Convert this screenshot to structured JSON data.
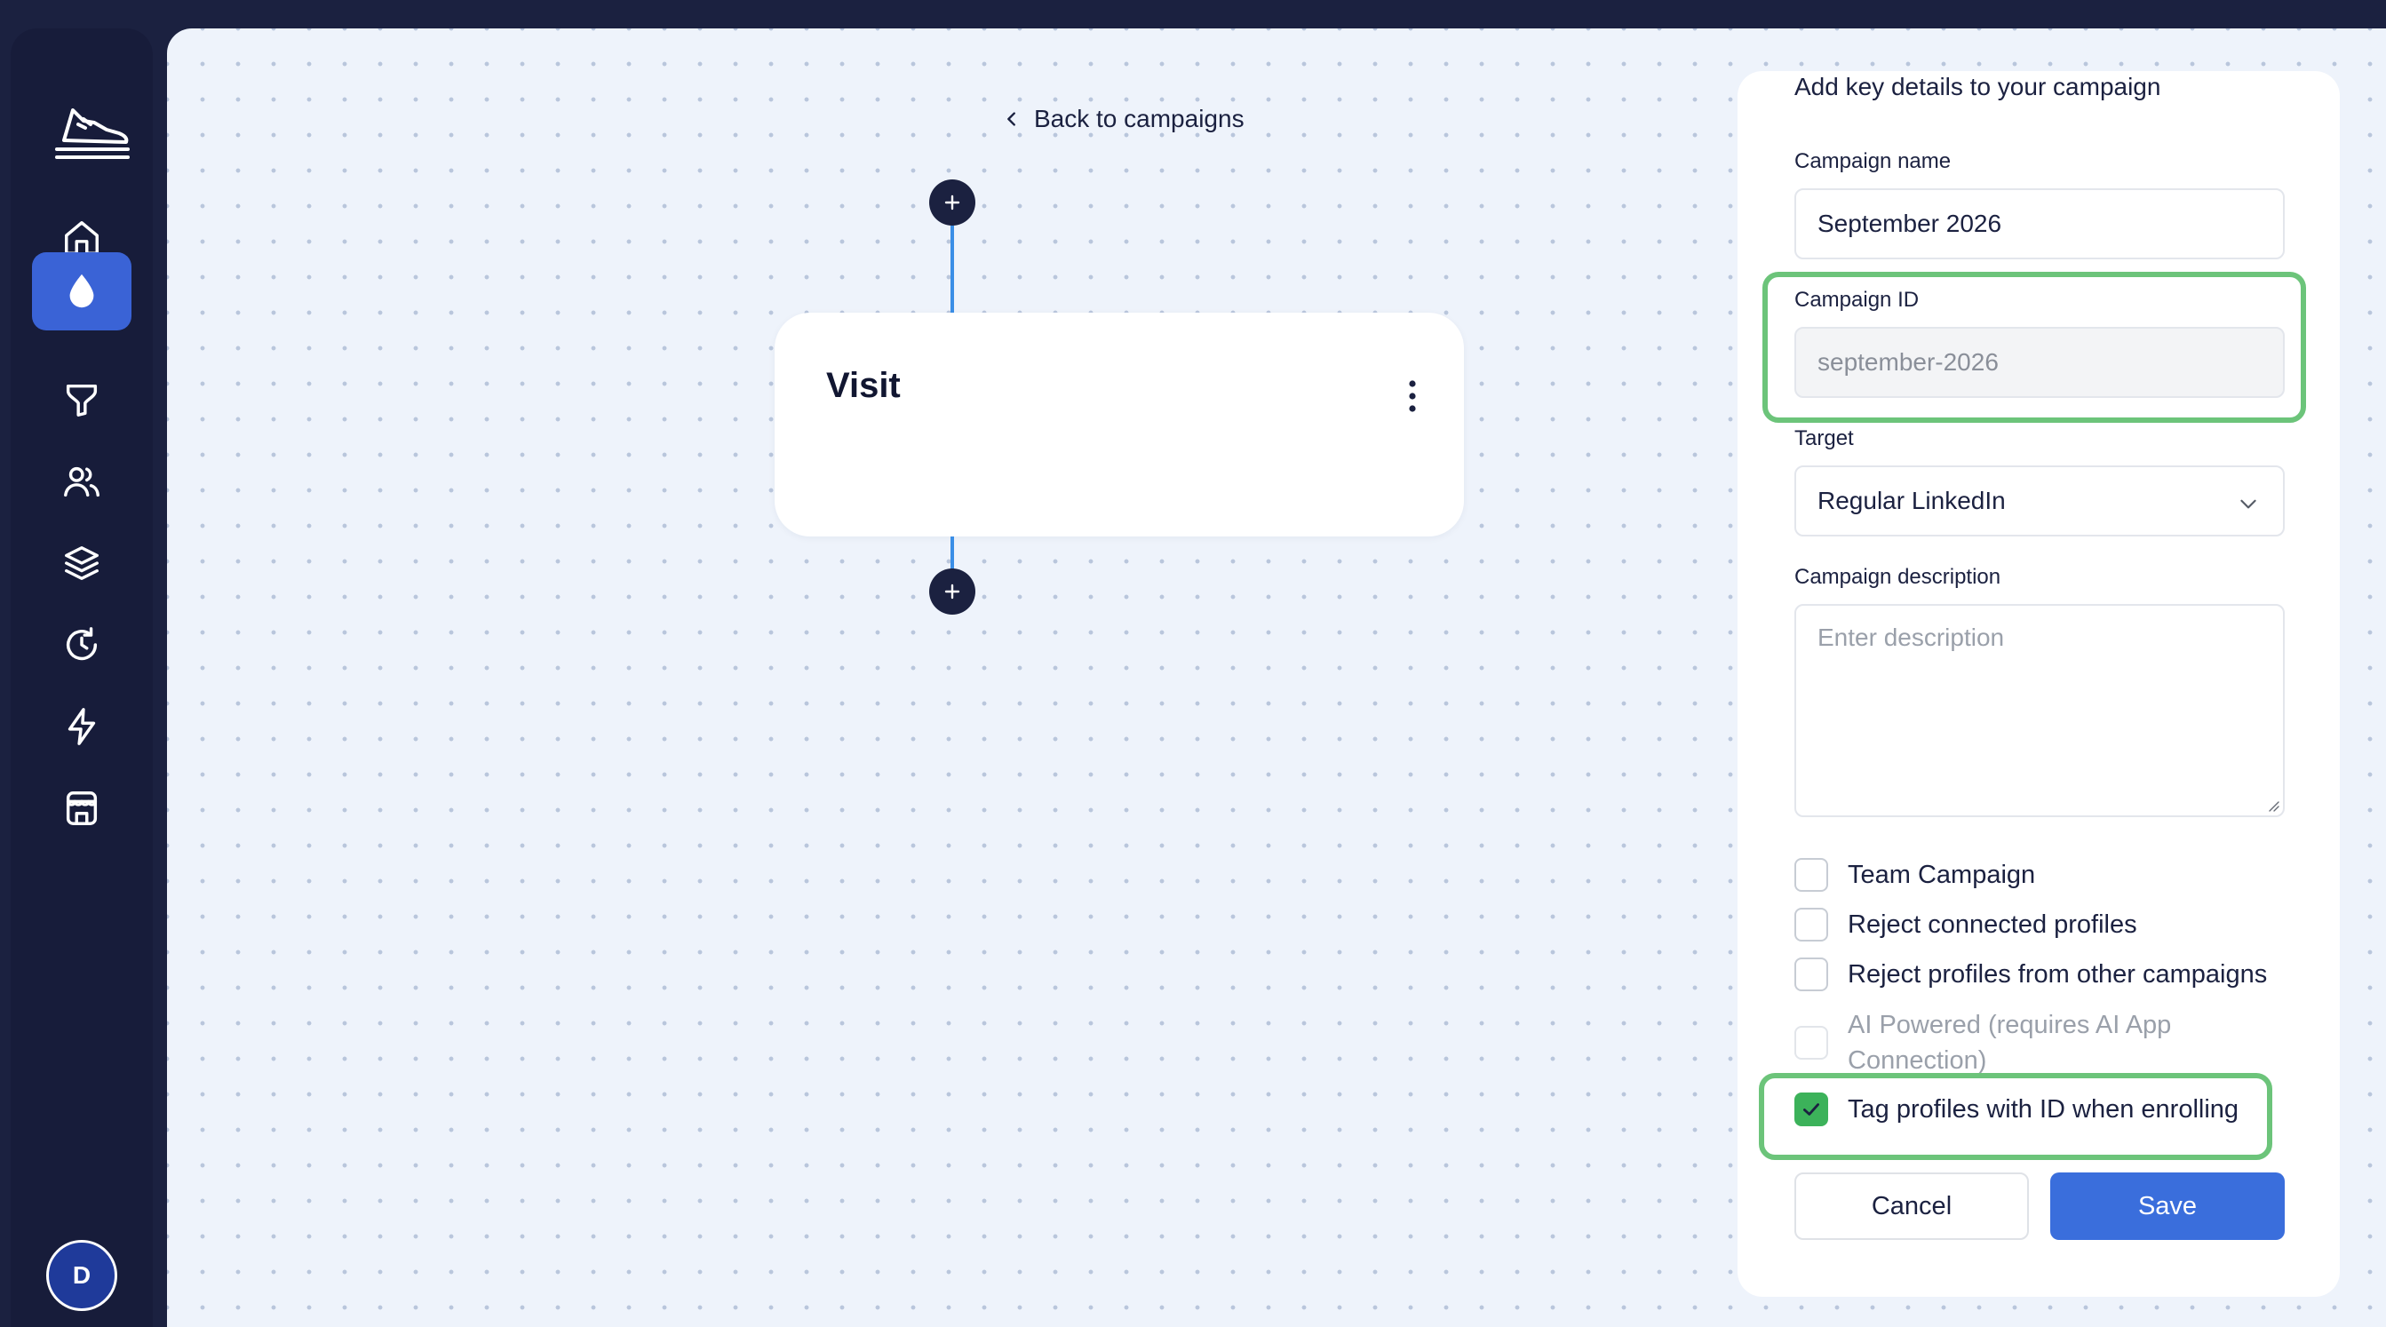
{
  "back_link": {
    "label": "Back to campaigns"
  },
  "sidebar": {
    "items": [
      {
        "icon": "home-icon"
      },
      {
        "icon": "droplet-icon",
        "active": true
      },
      {
        "icon": "funnel-icon"
      },
      {
        "icon": "users-icon"
      },
      {
        "icon": "layers-icon"
      },
      {
        "icon": "history-icon"
      },
      {
        "icon": "bolt-icon"
      },
      {
        "icon": "store-icon"
      }
    ],
    "avatar_initial": "D"
  },
  "flow": {
    "step_title": "Visit"
  },
  "panel": {
    "title": "Add key details to your campaign",
    "campaign_name": {
      "label": "Campaign name",
      "value": "September 2026"
    },
    "campaign_id": {
      "label": "Campaign ID",
      "value": "september-2026"
    },
    "target": {
      "label": "Target",
      "value": "Regular LinkedIn"
    },
    "description": {
      "label": "Campaign description",
      "placeholder": "Enter description"
    },
    "checkboxes": {
      "team": {
        "label": "Team Campaign",
        "checked": false
      },
      "reject_connected": {
        "label": "Reject connected profiles",
        "checked": false
      },
      "reject_other": {
        "label": "Reject profiles from other campaigns",
        "checked": false
      },
      "ai_powered": {
        "label": "AI Powered (requires AI App Connection)",
        "checked": false,
        "disabled": true
      },
      "tag_profiles": {
        "label": "Tag profiles with ID when enrolling",
        "checked": true
      }
    },
    "cancel_label": "Cancel",
    "save_label": "Save"
  },
  "colors": {
    "primary": "#3a6edc",
    "sidebar": "#171c3a",
    "highlight": "#6cc47a",
    "checked": "#3cb25a"
  }
}
